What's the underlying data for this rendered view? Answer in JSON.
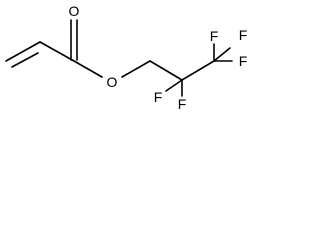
{
  "molecule": {
    "atoms": {
      "carbonyl_oxygen": "O",
      "ester_oxygen": "O",
      "fluorine_1": "F",
      "fluorine_2": "F",
      "fluorine_3": "F",
      "fluorine_4": "F",
      "fluorine_5": "F"
    },
    "colors": {
      "bond": "#000000",
      "label": "#000000",
      "background": "#ffffff"
    }
  }
}
